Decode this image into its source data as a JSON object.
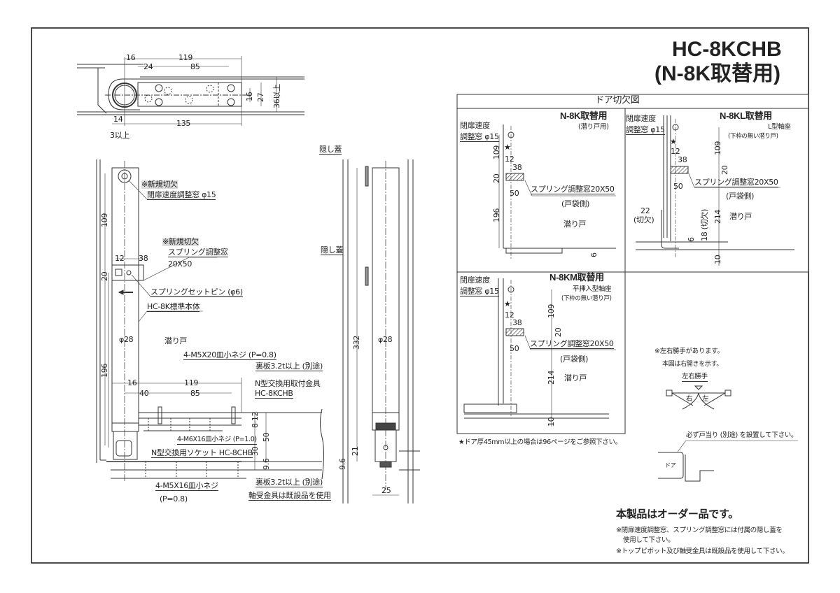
{
  "title": {
    "model": "HC-8KCHB",
    "subtitle": "(N-8K取替用)"
  },
  "plan_view": {
    "dims": [
      "16",
      "119",
      "24",
      "85",
      "16",
      "27",
      "36以上",
      "14",
      "135",
      "3以上"
    ]
  },
  "elevation": {
    "new_cut_1": "※新規切欠",
    "closing_speed_window": "閉扉速度調整窓 φ15",
    "new_cut_2": "※新規切欠",
    "spring_window": "スプリング調整窓",
    "spring_window_size": "20X50",
    "spring_set_pin": "スプリングセットピン (φ6)",
    "body": "HC-8K標準本体",
    "wicket_door": "潜り戸",
    "screw_top": "4-M5X20皿小ネジ (P=0.8)",
    "back_plate_top": "裏板3.2t以上 (別途)",
    "bracket_line1": "N型交換用取付金具",
    "bracket_line2": "HC-8KCHB",
    "screw_mid": "4-M6X16皿小ネジ (P=1.0)",
    "socket": "N型交換用ソケット HC-8CHB",
    "screw_bottom": "4-M5X16皿小ネジ",
    "screw_bottom_pitch": "(P=0.8)",
    "back_plate_bottom": "裏板3.2t以上 (別途)",
    "bearing": "軸受金具は既設品を使用",
    "dims": {
      "d109": "109",
      "d12": "12",
      "d38": "38",
      "d20": "20",
      "d28": "φ28",
      "d196": "196",
      "d16": "16",
      "d119": "119",
      "d40": "40",
      "d85": "85",
      "d812": "8·12",
      "d30": "30",
      "d50": "50",
      "d96": "9.6"
    }
  },
  "side_view": {
    "cover_top": "隠し蓋",
    "cover_mid": "隠し蓋",
    "dims": {
      "d332": "332",
      "d28": "φ28",
      "d96": "9.6",
      "d21": "21",
      "d25": "25"
    }
  },
  "cutout": {
    "header": "ドア切欠図",
    "panels": [
      {
        "title": "N-8K取替用",
        "sub1": "(潜り戸用)",
        "sub2": "",
        "window1": "閉扉速度",
        "window2": "調整窓 φ15",
        "spring": "スプリング調整窓20X50",
        "side": "(戸袋側)",
        "door": "潜り戸",
        "d109": "109",
        "d12": "12",
        "d38": "38",
        "d20": "20",
        "d50": "50",
        "dlong": "196",
        "dbottom": "6"
      },
      {
        "title": "N-8KL取替用",
        "sub1": "L型軸座",
        "sub2": "(下枠の無い潜り戸)",
        "window1": "閉扉速度",
        "window2": "調整窓 φ15",
        "spring": "スプリング調整窓20X50",
        "side": "(戸袋側)",
        "door": "潜り戸",
        "d109": "109",
        "d12": "12",
        "d38": "38",
        "d20": "20",
        "d50": "50",
        "dlong": "214",
        "dbottom": "10",
        "cut22": "22",
        "cut22b": "(切欠)",
        "cut18": "18 (切欠)",
        "d6": "6"
      },
      {
        "title": "N-8KM取替用",
        "sub1": "平挿入型軸座",
        "sub2": "(下枠の無い潜り戸)",
        "window1": "閉扉速度",
        "window2": "調整窓 φ15",
        "spring": "スプリング調整窓20X50",
        "side": "(戸袋側)",
        "door": "潜り戸",
        "d109": "109",
        "d12": "12",
        "d38": "38",
        "d20": "20",
        "d50": "50",
        "dlong": "214",
        "dbottom": "10"
      }
    ],
    "star_note": "★ドア厚45mm以上の場合は96ページをご参照下さい。"
  },
  "hand_note": {
    "line1": "※左右勝手があります。",
    "line2": "本図は右開きを示す。",
    "label": "左右勝手",
    "right": "右",
    "left": "左"
  },
  "stop_note": {
    "text": "必ず戸当り (別途) を設置して下さい。",
    "door": "ドア"
  },
  "footer": {
    "order": "本製品はオーダー品です。",
    "note1a": "※閉扉速度調整窓、スプリング調整窓には付属の隠し蓋を",
    "note1b": "使用して下さい。",
    "note2": "※トップピボット及び軸受金具は既設品を使用して下さい。"
  }
}
